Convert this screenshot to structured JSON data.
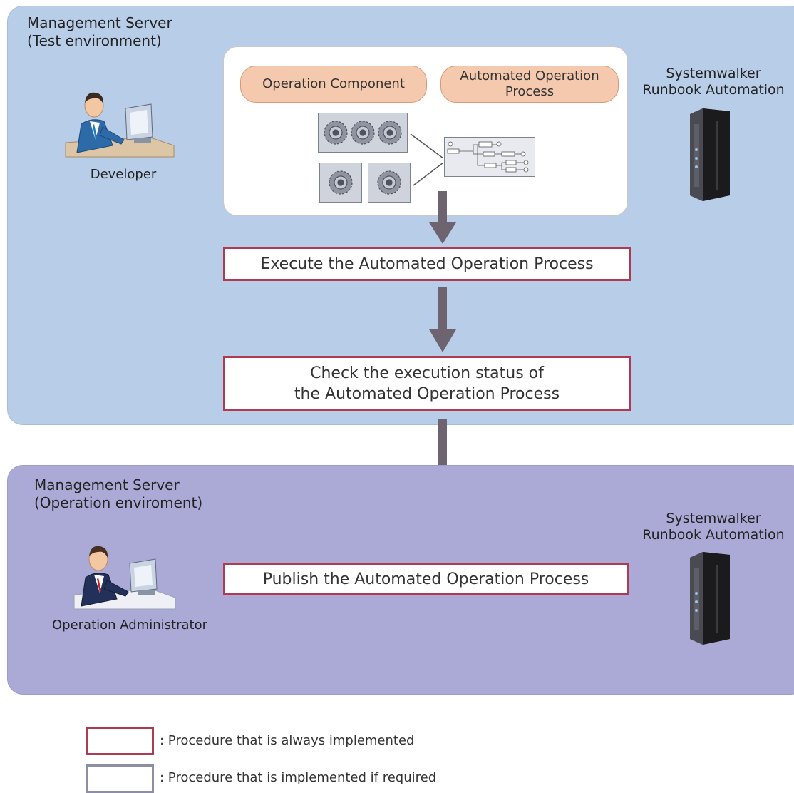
{
  "colors": {
    "test_panel": "#b8cde8",
    "ops_panel": "#abaad6",
    "always_border": "#b03a52",
    "required_border": "#8e8da6",
    "arrow": "#6e6470",
    "pill_fill": "#f5c9ad"
  },
  "test_server": {
    "title": "Management Server\n(Test environment)",
    "role": "Developer",
    "product": "Systemwalker\nRunbook Automation",
    "component_pill": "Operation Component",
    "process_pill": "Automated Operation\nProcess"
  },
  "steps": {
    "execute": "Execute the Automated Operation Process",
    "check": "Check the execution status of\nthe Automated Operation Process",
    "publish": "Publish the Automated Operation Process"
  },
  "ops_server": {
    "title": "Management Server\n(Operation enviroment)",
    "role": "Operation Administrator",
    "product": "Systemwalker\nRunbook Automation"
  },
  "legend": {
    "always": ": Procedure that is always implemented",
    "required": ": Procedure that is implemented if required"
  }
}
